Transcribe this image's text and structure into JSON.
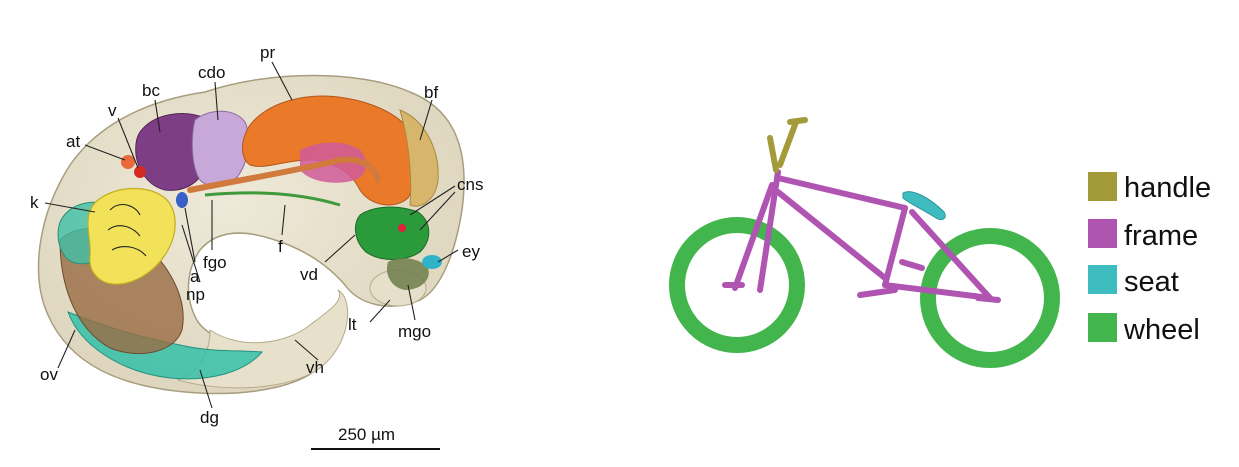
{
  "embryo": {
    "labels": {
      "pr": "pr",
      "cdo": "cdo",
      "bc": "bc",
      "v": "v",
      "at": "at",
      "k": "k",
      "bf": "bf",
      "cns": "cns",
      "ey": "ey",
      "f": "f",
      "vd": "vd",
      "fgo": "fgo",
      "a": "a",
      "np": "np",
      "lt": "lt",
      "mgo": "mgo",
      "ov": "ov",
      "vh": "vh",
      "dg": "dg"
    },
    "scale_bar": "250 µm"
  },
  "bicycle": {
    "legend": [
      {
        "label": "handle",
        "color": "#a39a3a"
      },
      {
        "label": "frame",
        "color": "#b054b2"
      },
      {
        "label": "seat",
        "color": "#3fbcc0"
      },
      {
        "label": "wheel",
        "color": "#43b54d"
      }
    ]
  }
}
